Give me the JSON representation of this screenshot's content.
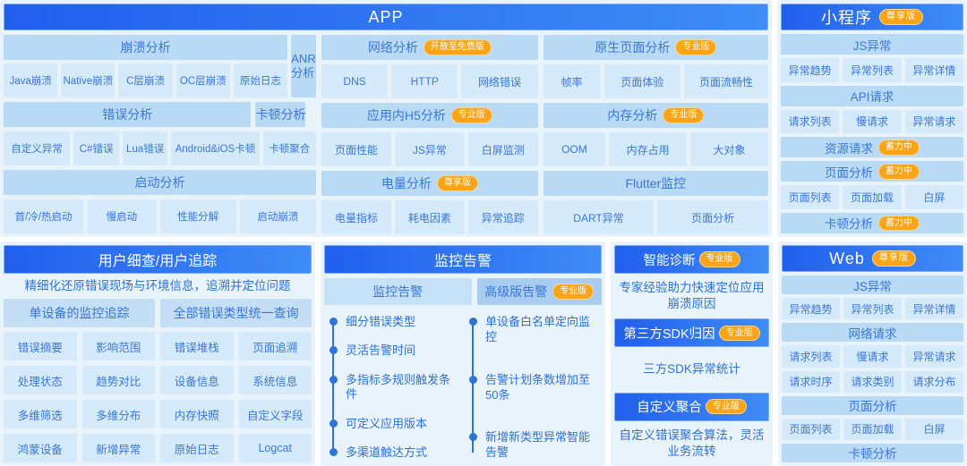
{
  "badges": {
    "free": "开放至免费版",
    "pro": "专业版",
    "premium": "尊享版",
    "upcoming": "蓄力中"
  },
  "app": {
    "title": "APP",
    "crash_header": "崩溃分析",
    "anr": "ANR\n分析",
    "crash_items": [
      "Java崩溃",
      "Native崩溃",
      "C层崩溃",
      "OC层崩溃",
      "原始日志"
    ],
    "error_header": "错误分析",
    "lag_header": "卡顿分析",
    "error_lag_items": [
      "自定义异常",
      "C#错误",
      "Lua错误",
      "Android&iOS卡顿",
      "卡顿聚合"
    ],
    "launch_header": "启动分析",
    "launch_items": [
      "首/冷/热启动",
      "慢启动",
      "性能分解",
      "启动崩溃"
    ],
    "network_header": "网络分析",
    "network_items": [
      "DNS",
      "HTTP",
      "网络错误"
    ],
    "h5_header": "应用内H5分析",
    "h5_items": [
      "页面性能",
      "JS异常",
      "白屏监测"
    ],
    "battery_header": "电量分析",
    "battery_items": [
      "电量指标",
      "耗电因素",
      "异常追踪"
    ],
    "native_page_header": "原生页面分析",
    "native_page_items": [
      "帧率",
      "页面体验",
      "页面流畅性"
    ],
    "memory_header": "内存分析",
    "memory_items": [
      "OOM",
      "内存占用",
      "大对象"
    ],
    "flutter_header": "Flutter监控",
    "flutter_items": [
      "DART异常",
      "页面分析"
    ]
  },
  "miniprogram": {
    "title": "小程序",
    "js_header": "JS异常",
    "js_items": [
      "异常趋势",
      "异常列表",
      "异常详情"
    ],
    "api_header": "API请求",
    "api_items": [
      "请求列表",
      "慢请求",
      "异常请求"
    ],
    "resource_header": "资源请求",
    "page_header": "页面分析",
    "page_items": [
      "页面列表",
      "页面加载",
      "白屏"
    ],
    "lag_header": "卡顿分析"
  },
  "user_trace": {
    "title": "用户细查/用户追踪",
    "description": "精细化还原错误现场与环境信息，追溯并定位问题",
    "sub_headers": [
      "单设备的监控追踪",
      "全部错误类型统一查询"
    ],
    "items": [
      "错误摘要",
      "影响范围",
      "错误堆栈",
      "页面追溯",
      "处理状态",
      "趋势对比",
      "设备信息",
      "系统信息",
      "多维筛选",
      "多维分布",
      "内存快照",
      "自定义字段",
      "鸿蒙设备",
      "新增异常",
      "原始日志",
      "Logcat"
    ]
  },
  "alerting": {
    "title": "监控告警",
    "basic_header": "监控告警",
    "advanced_header": "高级版告警",
    "basic_items": [
      "细分错误类型",
      "灵活告警时间",
      "多指标多规则触发条件",
      "可定义应用版本",
      "多渠道触达方式"
    ],
    "advanced_items": [
      "单设备白名单定向监控",
      "告警计划条数增加至50条",
      "新增新类型异常智能告警"
    ]
  },
  "diagnosis": {
    "smart_header": "智能诊断",
    "smart_description": "专家经验助力快速定位应用崩溃原因",
    "sdk_header": "第三方SDK归因",
    "sdk_description": "三方SDK异常统计",
    "aggregation_header": "自定义聚合",
    "aggregation_description": "自定义错误聚合算法，灵活业务流转"
  },
  "web": {
    "title": "Web",
    "js_header": "JS异常",
    "js_items": [
      "异常趋势",
      "异常列表",
      "异常详情"
    ],
    "network_header": "网络请求",
    "network_items_row1": [
      "请求列表",
      "慢请求",
      "异常请求"
    ],
    "network_items_row2": [
      "请求时序",
      "请求类别",
      "请求分布"
    ],
    "page_header": "页面分析",
    "page_items": [
      "页面列表",
      "页面加载",
      "白屏"
    ],
    "lag_header": "卡顿分析"
  }
}
